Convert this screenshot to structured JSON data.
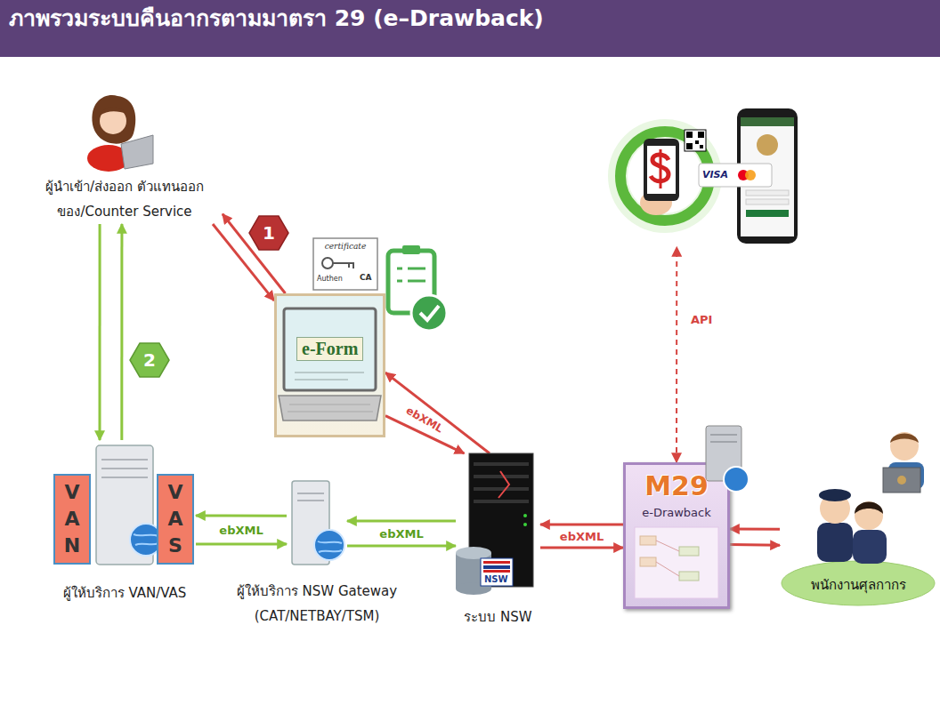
{
  "diagram": {
    "title": "ภาพรวมระบบคืนอากรตามมาตรา 29 (e–Drawback)",
    "nodes": [
      {
        "text": [
          "ผู้นำเข้า/ส่งออก ตัวแทนออกของ/Counter Service"
        ]
      },
      {
        "text": [
          "e-Form"
        ]
      },
      {
        "text": [
          "VISA"
        ]
      },
      {
        "text": [
          "VAN",
          "VAS",
          "ผู้ให้บริการ VAN/VAS"
        ]
      },
      {
        "text": [
          "ผู้ให้บริการ NSW Gateway (CAT/NETBAY/TSM)"
        ]
      },
      {
        "text": [
          "NSW",
          "ระบบ NSW"
        ]
      },
      {
        "text": [
          "M29",
          "e-Drawback"
        ]
      },
      {
        "text": [
          "พนักงานศุลกากร"
        ]
      }
    ],
    "edges": [
      {
        "from": 0,
        "to": 1,
        "arrow": "to"
      },
      {
        "from": 1,
        "to": 0,
        "arrow": "to"
      },
      {
        "from": 0,
        "to": 3,
        "arrow": "to"
      },
      {
        "from": 3,
        "to": 0,
        "arrow": "to"
      },
      {
        "from": 1,
        "to": 5,
        "label": "ebXML",
        "arrow": "to"
      },
      {
        "from": 5,
        "to": 1,
        "arrow": "to"
      },
      {
        "from": 4,
        "to": 3,
        "label": "ebXML",
        "arrow": "to"
      },
      {
        "from": 3,
        "to": 4,
        "arrow": "to"
      },
      {
        "from": 5,
        "to": 4,
        "label": "ebXML",
        "arrow": "to"
      },
      {
        "from": 4,
        "to": 5,
        "arrow": "to"
      },
      {
        "from": 6,
        "to": 5,
        "label": "ebXML",
        "arrow": "to"
      },
      {
        "from": 5,
        "to": 6,
        "arrow": "to"
      },
      {
        "from": 7,
        "to": 6,
        "arrow": "to"
      },
      {
        "from": 6,
        "to": 7,
        "arrow": "to"
      },
      {
        "from": 6,
        "to": 2,
        "label": "API",
        "arrow": "both"
      }
    ],
    "labels": [
      "1",
      "2",
      "certificate",
      "Authen",
      "CA"
    ]
  }
}
